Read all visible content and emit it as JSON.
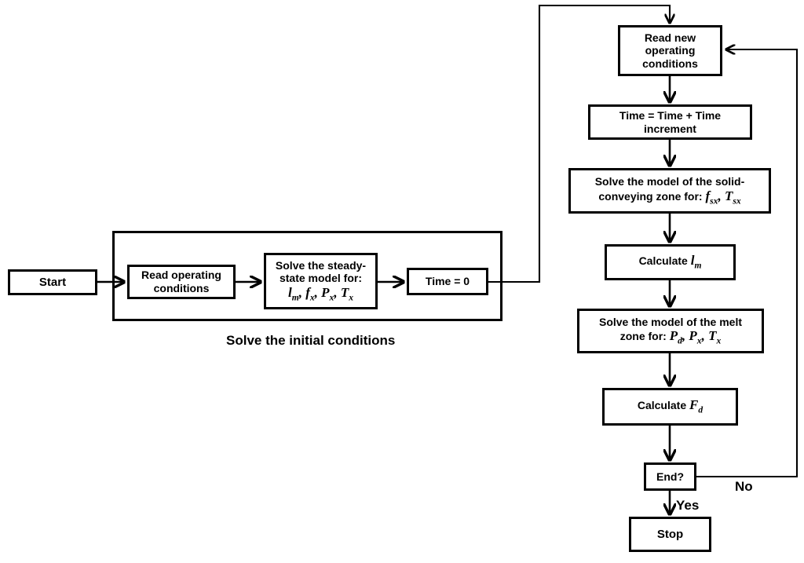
{
  "diagram": {
    "title_caption": "Solve the initial conditions",
    "nodes": {
      "start": {
        "label": "Start"
      },
      "read_operating_conditions": {
        "line1": "Read operating",
        "line2": "conditions"
      },
      "solve_steady_state": {
        "line1": "Solve the steady-",
        "line2": "state model for:",
        "line3_math": "lm, fx, Px, Tx"
      },
      "time_zero": {
        "label": "Time = 0"
      },
      "read_new_operating_conditions": {
        "line1": "Read new",
        "line2": "operating",
        "line3": "conditions"
      },
      "time_increment": {
        "line1": "Time = Time + Time",
        "line2": "increment"
      },
      "solve_solid_conveying": {
        "line1": "Solve the model of the solid-",
        "line2": "conveying zone for:",
        "line2_math": "fsx, Tsx"
      },
      "calculate_lm": {
        "label": "Calculate",
        "math": "lm"
      },
      "solve_melt_zone": {
        "line1": "Solve the model of the melt",
        "line2": "zone for:",
        "line2_math": "Pd, Px, Tx"
      },
      "calculate_fd": {
        "label": "Calculate",
        "math": "Fd"
      },
      "end_decision": {
        "label": "End?"
      },
      "stop": {
        "label": "Stop"
      }
    },
    "edge_labels": {
      "no": "No",
      "yes": "Yes"
    },
    "colors": {
      "stroke": "#000000",
      "background": "#ffffff",
      "text": "#000000"
    }
  }
}
